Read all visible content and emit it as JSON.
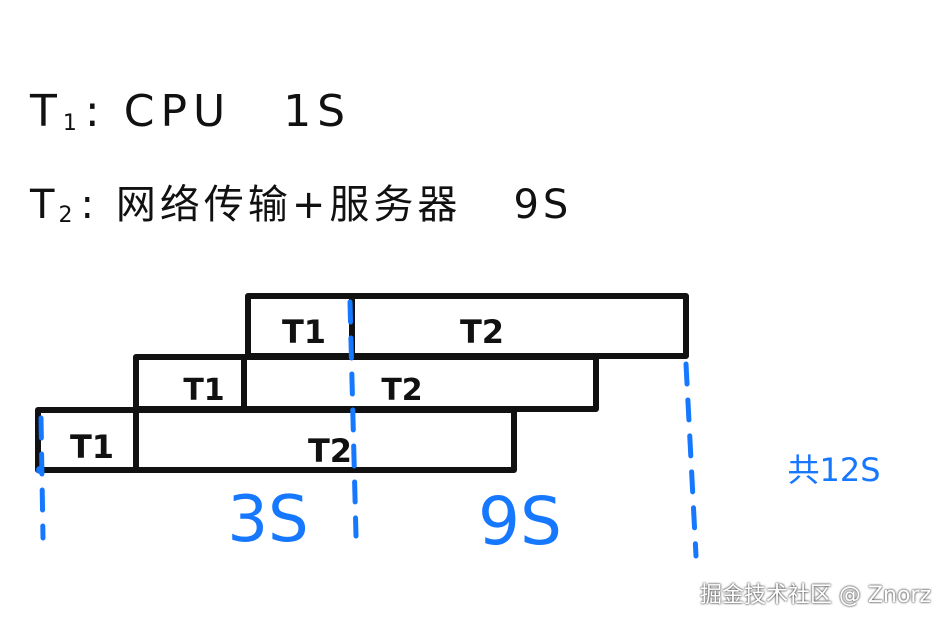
{
  "definitions": {
    "t1": {
      "name": "T",
      "sub": "1",
      "colon": ":",
      "desc": "CPU",
      "amount": "1S"
    },
    "t2": {
      "name": "T",
      "sub": "2",
      "colon": ":",
      "desc": "网络传输+服务器",
      "amount": "9S"
    }
  },
  "rows": [
    {
      "t1_label": "T1",
      "t2_label": "T2"
    },
    {
      "t1_label": "T1",
      "t2_label": "T2"
    },
    {
      "t1_label": "T1",
      "t2_label": "T2"
    }
  ],
  "annotations": {
    "span_a": "3S",
    "span_b": "9S",
    "total": "共12S"
  },
  "colors": {
    "ink": "#111111",
    "accent": "#1677ff"
  },
  "watermark": "掘金技术社区 @ Znorz"
}
